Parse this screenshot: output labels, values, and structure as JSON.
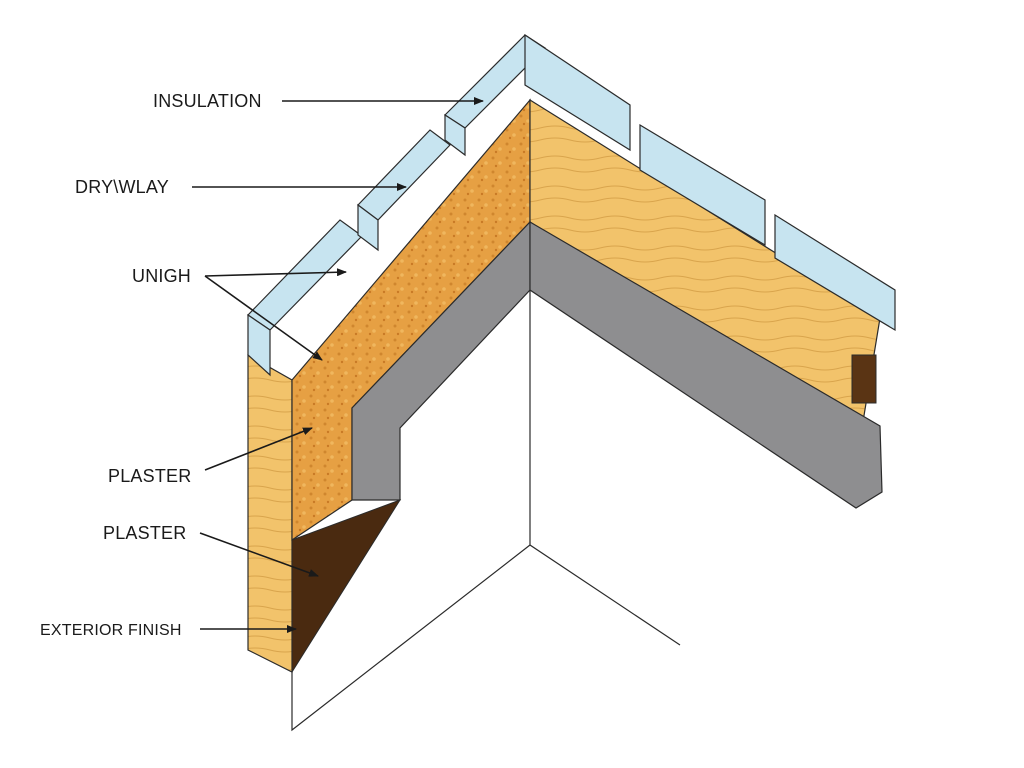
{
  "labels": {
    "insulation": "INSULATION",
    "drywall": "DRY\\WLAY",
    "unigh": "UNIGH",
    "plaster_1": "PLASTER",
    "plaster_2": "PLASTER",
    "exterior_finish": "EXTERIOR FINISH"
  },
  "colors": {
    "insulation_blue": "#c7e4f0",
    "wood_light": "#f2c36b",
    "osb_orange": "#e6a043",
    "membrane_gray": "#8e8e90",
    "dark_brown": "#4a2a10",
    "outline": "#2b2b2b"
  }
}
